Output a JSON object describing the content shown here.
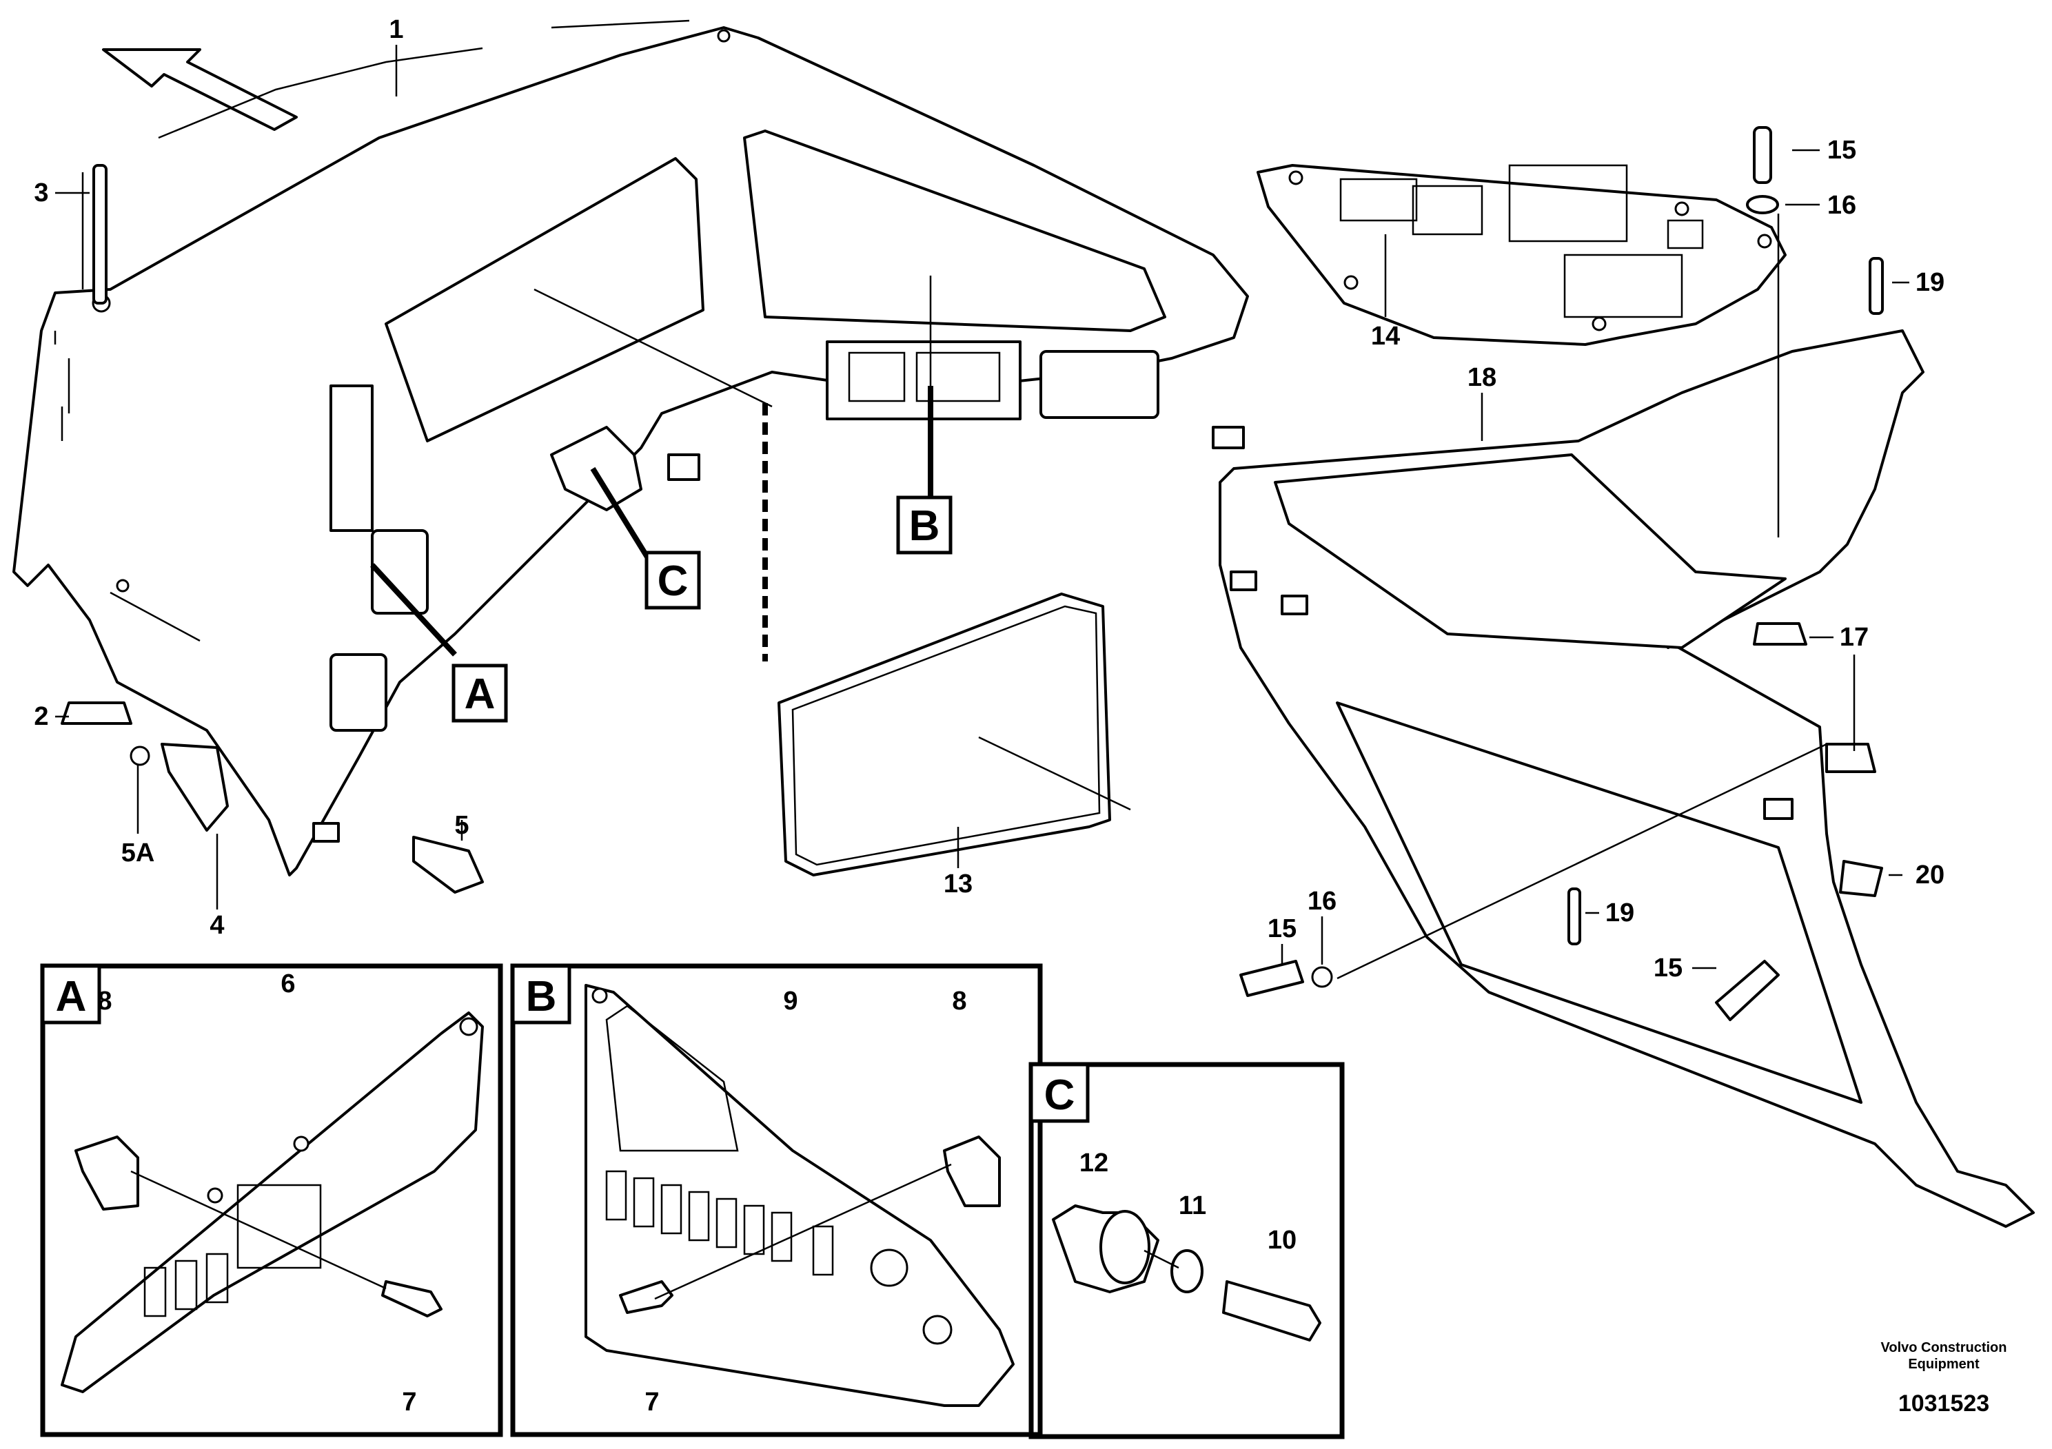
{
  "callouts": {
    "c1": "1",
    "c2": "2",
    "c3": "3",
    "c4": "4",
    "c5": "5",
    "c5a": "5A",
    "c13": "13",
    "c14": "14",
    "c15a": "15",
    "c16a": "16",
    "c18": "18",
    "c19a": "19",
    "c17": "17",
    "c20": "20",
    "c15b": "15",
    "c16b": "16",
    "c19b": "19",
    "c15c": "15",
    "c6": "6",
    "c8a": "8",
    "c7a": "7",
    "c9": "9",
    "c8b": "8",
    "c7b": "7",
    "c12": "12",
    "c11": "11",
    "c10": "10"
  },
  "detail_labels": {
    "a_ref": "A",
    "b_ref": "B",
    "c_ref": "C",
    "a_box": "A",
    "b_box": "B",
    "c_box": "C"
  },
  "footer": {
    "brand_line1": "Volvo Construction",
    "brand_line2": "Equipment",
    "doc_number": "1031523"
  }
}
